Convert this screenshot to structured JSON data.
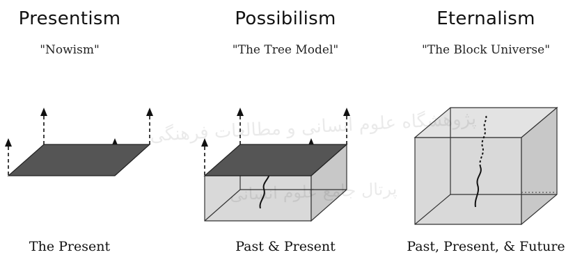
{
  "panels": [
    {
      "title": "Presentism",
      "subtitle": "\"Nowism\"",
      "caption": "The Present"
    },
    {
      "title": "Possibilism",
      "subtitle": "\"The Tree Model\"",
      "caption": "Past & Present"
    },
    {
      "title": "Eternalism",
      "subtitle": "\"The Block Universe\"",
      "caption": "Past, Present, & Future"
    }
  ],
  "watermark": {
    "line1": "پژوهشگاه علوم انسانی و مطالعات فرهنگی",
    "line2": "پرتال جامع علوم انسانی"
  },
  "colors": {
    "slice": "#555555",
    "block_face": "#d9d9d9",
    "block_side": "#c8c8c8",
    "line": "#111111"
  }
}
